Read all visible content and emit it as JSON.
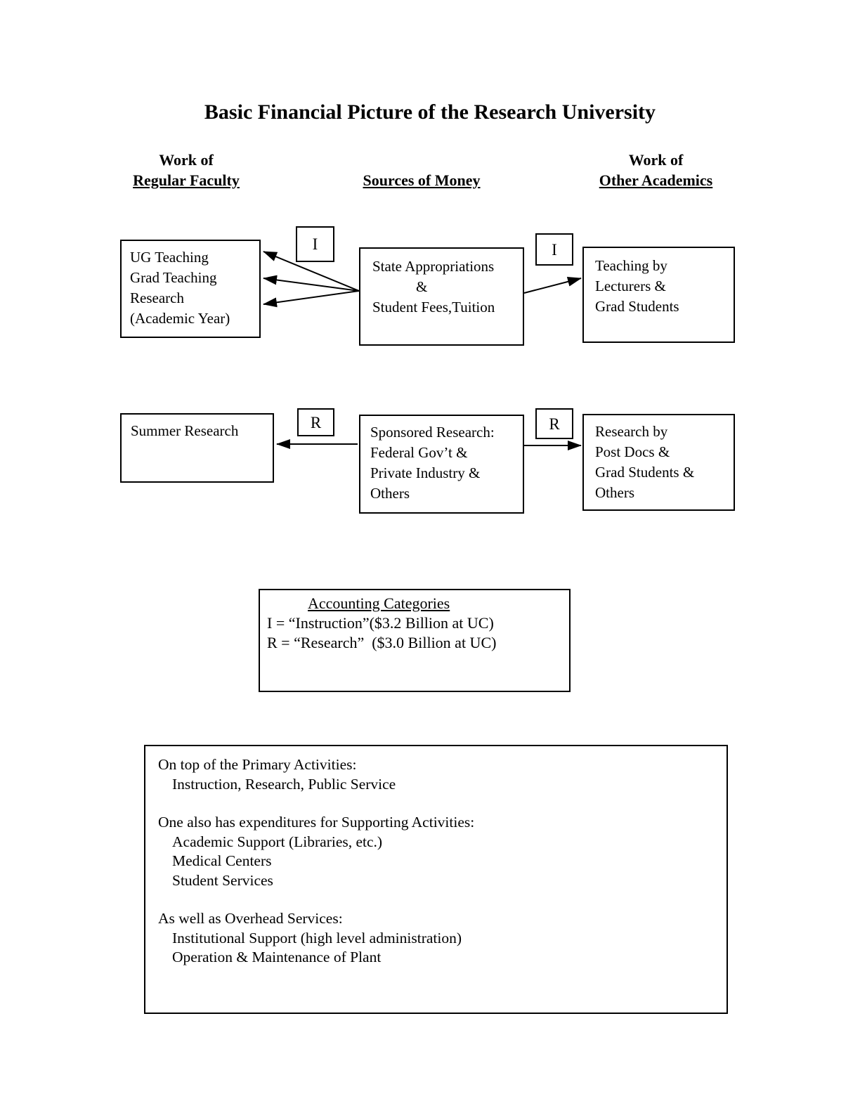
{
  "page": {
    "title": "Basic Financial Picture of the Research University"
  },
  "column_headers": {
    "left": {
      "line1": "Work of",
      "line2": "Regular Faculty"
    },
    "center": {
      "title": "Sources of Money"
    },
    "right": {
      "line1": "Work of",
      "line2": "Other Academics"
    }
  },
  "instruction_row": {
    "tag_left": "I",
    "tag_right": "I",
    "faculty_work_box": {
      "lines": [
        "UG Teaching",
        "Grad Teaching",
        "Research",
        "(Academic Year)"
      ]
    },
    "money_source_box": {
      "lines": [
        "State Appropriations",
        "&",
        "Student Fees,Tuition"
      ]
    },
    "other_academics_box": {
      "lines": [
        "Teaching by",
        "Lecturers &",
        "Grad Students"
      ]
    }
  },
  "research_row": {
    "tag_left": "R",
    "tag_right": "R",
    "faculty_work_box": {
      "lines": [
        "Summer Research"
      ]
    },
    "money_source_box": {
      "lines": [
        "Sponsored Research:",
        "Federal Gov’t &",
        "Private Industry &",
        "Others"
      ]
    },
    "other_academics_box": {
      "lines": [
        "Research by",
        "Post Docs &",
        "Grad Students &",
        "Others"
      ]
    }
  },
  "accounting_box": {
    "title": "Accounting Categories",
    "line1": "I = “Instruction”($3.2 Billion at UC)",
    "line2": "R = “Research”  ($3.0 Billion at UC)"
  },
  "notes_box": {
    "lines": [
      "On top of the Primary Activities:",
      "Instruction, Research, Public Service",
      "One also has expenditures for Supporting Activities:",
      "Academic Support (Libraries, etc.)",
      "Medical Centers",
      "Student Services",
      "As well as Overhead Services:",
      "Institutional Support (high level administration)",
      "Operation & Maintenance of Plant"
    ]
  },
  "colors": {
    "ink": "#000000",
    "paper": "#ffffff"
  }
}
